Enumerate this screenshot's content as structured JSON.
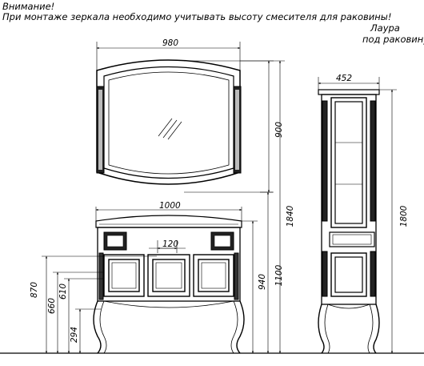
{
  "notice": {
    "title": "Внимание!",
    "text": "При монтаже зеркала необходимо учитывать высоту смесителя для раковины!"
  },
  "product": {
    "line1": "Лаура",
    "line2": "под раковину"
  },
  "dimensions": {
    "mirror_width": "980",
    "mirror_height": "900",
    "cabinet_width": "1000",
    "mixer_spacing": "120",
    "top_height": "940",
    "mirror_mount_height": "1100",
    "mirror_top_height": "1840",
    "height_870": "870",
    "height_660": "660",
    "height_610": "610",
    "height_294": "294",
    "column_width": "452",
    "column_height": "1800"
  }
}
